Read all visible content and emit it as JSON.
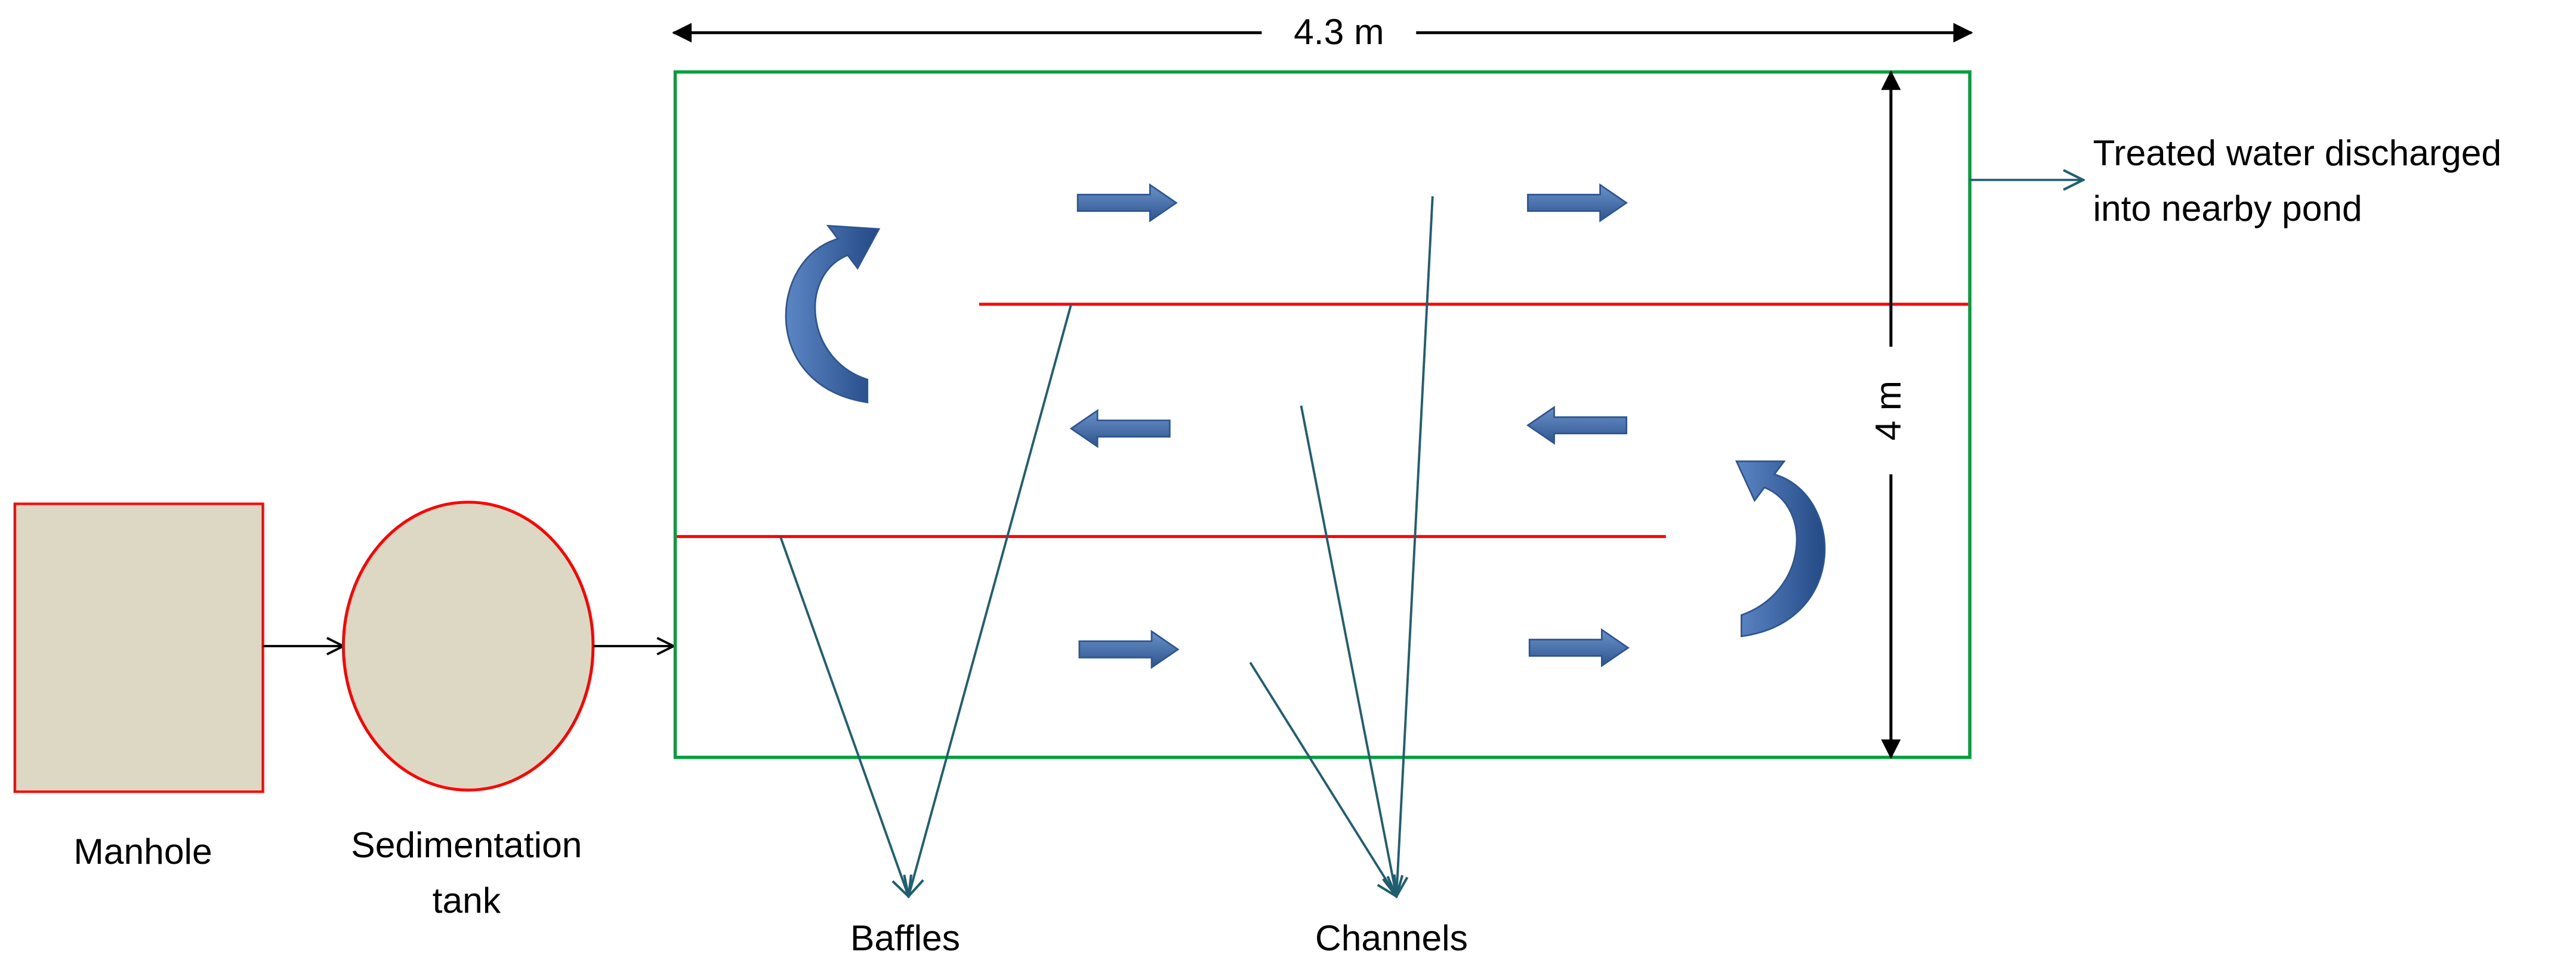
{
  "labels": {
    "manhole": "Manhole",
    "sedimentation_line1": "Sedimentation",
    "sedimentation_line2": "tank",
    "baffles": "Baffles",
    "channels": "Channels",
    "width_dim": "4.3 m",
    "height_dim": "4 m",
    "treated_line1": "Treated water discharged",
    "treated_line2": "into nearby pond"
  },
  "colors": {
    "tank_fill": "#ddd8c4",
    "tank_outline": "#ff0000",
    "wetland_outline": "#00a03c",
    "baffle": "#ff0000",
    "pointer": "#1f5f6f",
    "flow_arrow": "#3f65a0",
    "dimension": "#000000"
  },
  "icons": {
    "flow": "right-arrow-icon",
    "turn": "curved-arrow-icon"
  }
}
